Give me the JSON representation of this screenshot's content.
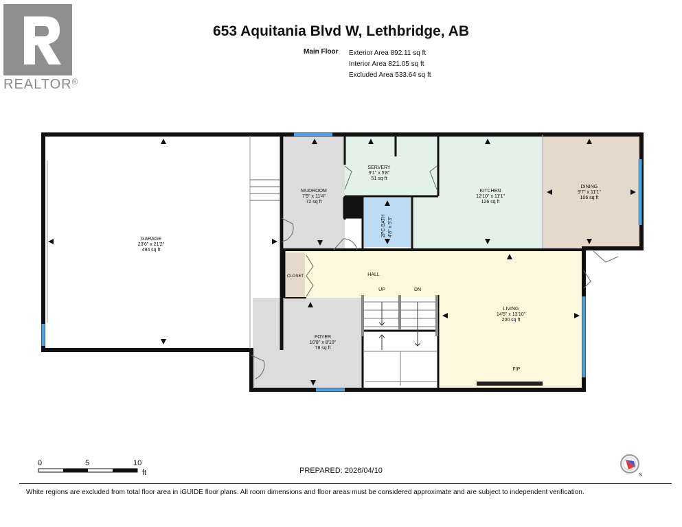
{
  "logo": {
    "brand": "REALTOR",
    "mark": "®"
  },
  "header": {
    "title": "653 Aquitania Blvd W, Lethbridge, AB"
  },
  "areas": {
    "floor": "Main Floor",
    "exterior": "Exterior Area 892.11 sq ft",
    "interior": "Interior Area 821.05 sq ft",
    "excluded": "Excluded Area 533.64 sq ft"
  },
  "rooms": {
    "garage": {
      "name": "GARAGE",
      "dims": "23'6\" x 21'2\"",
      "area": "494 sq ft"
    },
    "mudroom": {
      "name": "MUDROOM",
      "dims": "7'9\" x 11'4\"",
      "area": "72 sq ft"
    },
    "servery": {
      "name": "SERVERY",
      "dims": "9'1\" x 5'8\"",
      "area": "51 sq ft"
    },
    "kitchen": {
      "name": "KITCHEN",
      "dims": "12'10\" x 11'1\"",
      "area": "126 sq ft"
    },
    "dining": {
      "name": "DINING",
      "dims": "9'7\" x 11'1\"",
      "area": "106 sq ft"
    },
    "bath": {
      "name": "2PC BATH",
      "dims": "4'8\" x 5'3\""
    },
    "closet": {
      "name": "CLOSET"
    },
    "hall": {
      "name": "HALL"
    },
    "foyer": {
      "name": "FOYER",
      "dims": "10'8\" x 8'10\"",
      "area": "78 sq ft"
    },
    "living": {
      "name": "LIVING",
      "dims": "14'5\" x 13'10\"",
      "area": "200 sq ft"
    }
  },
  "stairs": {
    "up": "UP",
    "down": "DN"
  },
  "fireplace": "F/P",
  "scale": {
    "ticks": [
      "0",
      "5",
      "10"
    ],
    "unit": "ft"
  },
  "prepared": "PREPARED: 2026/04/10",
  "disclaimer": "White regions are excluded from total floor area in iGUIDE floor plans. All room dimensions and floor areas must be considered approximate and are subject to independent verification.",
  "colors": {
    "mudroom": "#dcdcdc",
    "servery": "#e4f1e8",
    "kitchen": "#e4f1e8",
    "dining": "#e5d9cb",
    "bath": "#bcdcf5",
    "closet": "#e5d9cb",
    "hall": "#fbf8de",
    "foyer": "#dcdcdc",
    "living": "#fbf8de",
    "window": "#4f9fd8",
    "wall": "#111111"
  }
}
